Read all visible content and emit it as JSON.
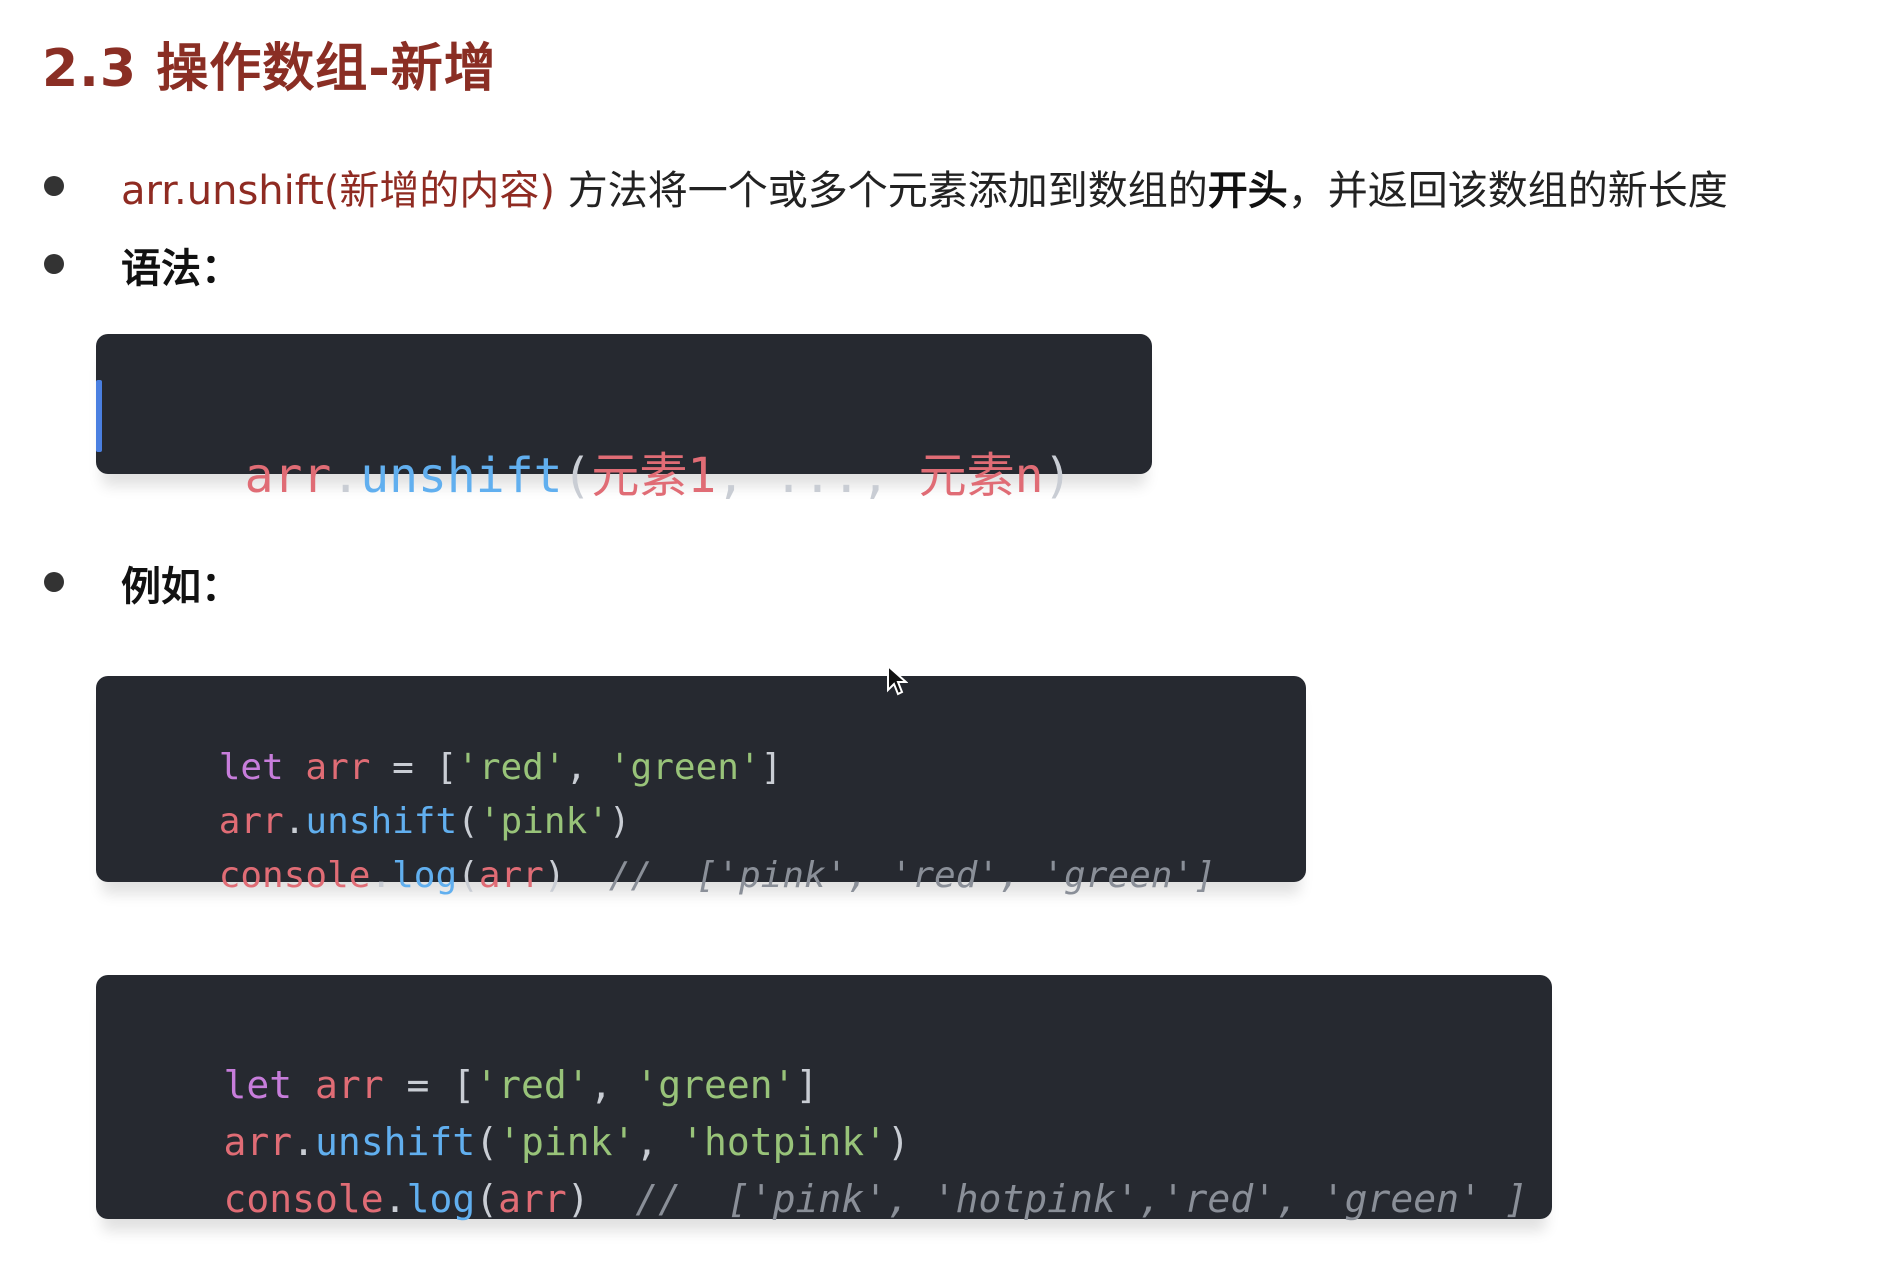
{
  "title": "2.3 操作数组-新增",
  "bullet1": {
    "method": "arr.unshift(新增的内容)",
    "text_before": " 方法将一个或多个元素添加到数组的",
    "bold": "开头",
    "text_after": "，并返回该数组的新长度"
  },
  "bullet2": {
    "label": "语法："
  },
  "syntax": {
    "obj": "arr",
    "dot": ".",
    "fn": "unshift",
    "open": "(",
    "arg1": "元素1",
    "sep1": ", ",
    "ellipsis": "...",
    "sep2": ", ",
    "argn": "元素n",
    "close": ")"
  },
  "bullet3": {
    "label": "例如："
  },
  "example1": {
    "line1": {
      "kw": "let",
      "var": " arr",
      "eq": " = [",
      "s1": "'red'",
      "c": ", ",
      "s2": "'green'",
      "end": "]"
    },
    "line2": {
      "obj": "arr",
      "dot": ".",
      "fn": "unshift",
      "open": "(",
      "s": "'pink'",
      "close": ")"
    },
    "line3": {
      "obj": "console",
      "dot": ".",
      "fn": "log",
      "open": "(",
      "arg": "arr",
      "close": ")",
      "comment": "  //  ['pink', 'red', 'green']"
    }
  },
  "example2": {
    "line1": {
      "kw": "let",
      "var": " arr",
      "eq": " = [",
      "s1": "'red'",
      "c": ", ",
      "s2": "'green'",
      "end": "]"
    },
    "line2": {
      "obj": "arr",
      "dot": ".",
      "fn": "unshift",
      "open": "(",
      "s1": "'pink'",
      "c": ", ",
      "s2": "'hotpink'",
      "close": ")"
    },
    "line3": {
      "obj": "console",
      "dot": ".",
      "fn": "log",
      "open": "(",
      "arg": "arr",
      "close": ")",
      "comment": "  //  ['pink', 'hotpink','red', 'green' ]"
    }
  },
  "colors": {
    "title": "#8a2e24",
    "code_bg": "#262930",
    "keyword": "#c77ddb",
    "string": "#98c379",
    "function": "#61afef",
    "variable": "#e06c75"
  }
}
